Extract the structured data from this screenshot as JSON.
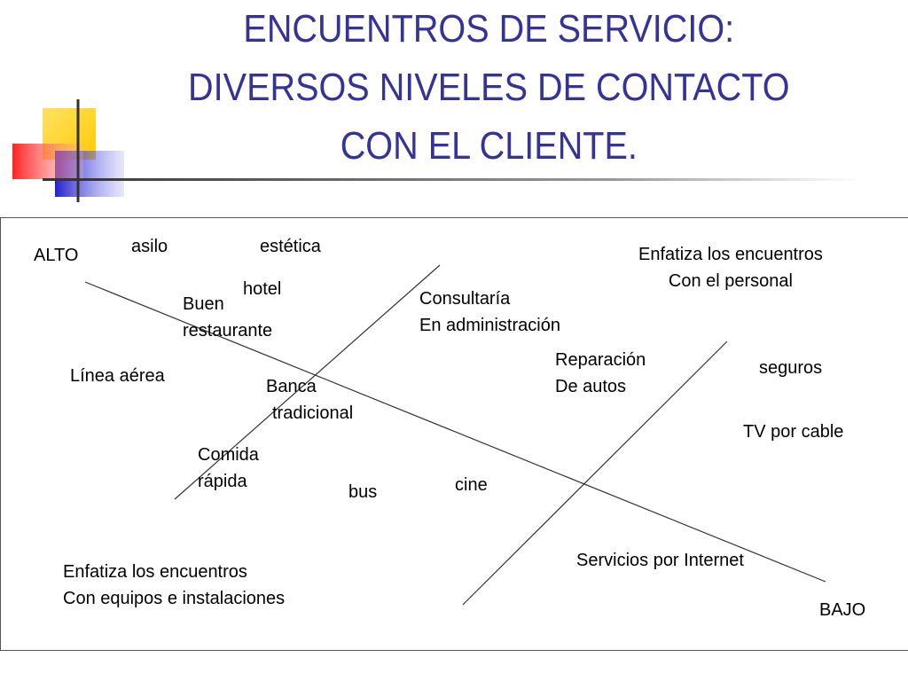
{
  "slide": {
    "title_lines": [
      "ENCUENTROS DE SERVICIO:",
      "DIVERSOS NIVELES DE CONTACTO",
      "CON EL CLIENTE."
    ]
  },
  "colors": {
    "title": "#333399",
    "logo_yellow": "#FFCC00",
    "logo_blue": "#3333CC",
    "logo_red": "#FF3333",
    "rule": "#333333"
  },
  "icons": [
    "decorative-squares-logo"
  ],
  "diagram": {
    "axis_labels": {
      "high": "ALTO",
      "low": "BAJO"
    },
    "top_right_note": [
      "Enfatiza los encuentros",
      "Con el personal"
    ],
    "bottom_left_note": [
      "Enfatiza los encuentros",
      "Con equipos e instalaciones"
    ],
    "services": {
      "asilo": "asilo",
      "estetica": "estética",
      "hotel": "hotel",
      "buen_restaurante": [
        "Buen",
        "restaurante"
      ],
      "consultaria": [
        "Consultaría",
        "En administración"
      ],
      "linea_aerea": "Línea aérea",
      "banca_tradicional": [
        "Banca",
        "tradicional"
      ],
      "reparacion_autos": [
        "Reparación",
        "De autos"
      ],
      "seguros": "seguros",
      "tv_cable": "TV por cable",
      "comida_rapida": [
        "Comida",
        "rápida"
      ],
      "bus": "bus",
      "cine": "cine",
      "servicios_internet": "Servicios por Internet"
    }
  }
}
